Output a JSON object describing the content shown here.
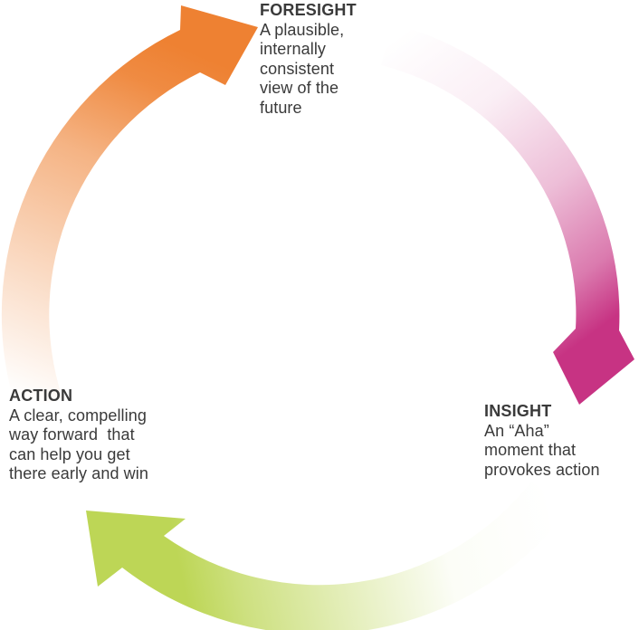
{
  "diagram": {
    "type": "circular-process-cycle",
    "direction": "clockwise",
    "background": "#FFFFFF",
    "text_color": "#3A3A3A"
  },
  "nodes": [
    {
      "id": "foresight",
      "title": "FORESIGHT",
      "description": "A plausible,\ninternally\nconsistent\nview of the\nfuture"
    },
    {
      "id": "insight",
      "title": "INSIGHT",
      "description": "An “Aha”\nmoment that\nprovokes action"
    },
    {
      "id": "action",
      "title": "ACTION",
      "description": "A clear, compelling\nway forward  that\ncan help you get\nthere early and win"
    }
  ],
  "arrows": [
    {
      "id": "foresight-arrow",
      "from": "ACTION",
      "points_to": "FORESIGHT",
      "color": "#EE8132"
    },
    {
      "id": "insight-arrow",
      "from": "FORESIGHT",
      "points_to": "INSIGHT",
      "color": "#C73383"
    },
    {
      "id": "action-arrow",
      "from": "INSIGHT",
      "points_to": "ACTION",
      "color": "#BDD656"
    }
  ]
}
